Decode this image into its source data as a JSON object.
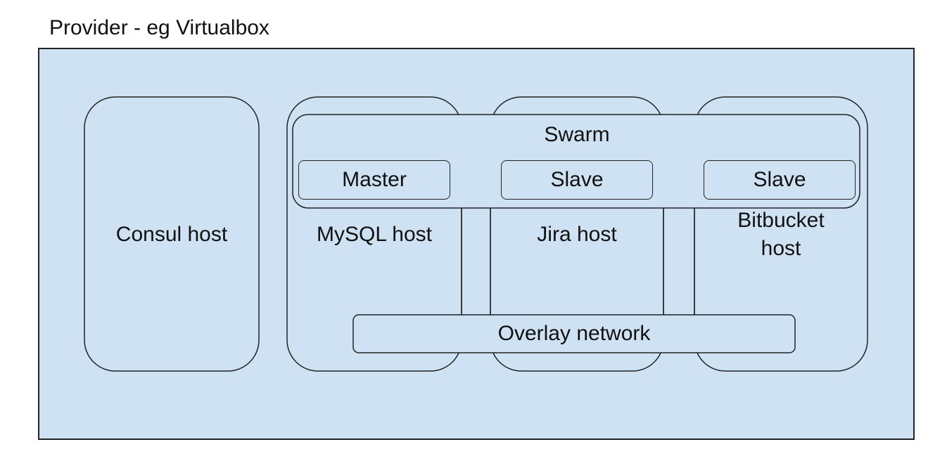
{
  "provider": {
    "title": "Provider - eg Virtualbox"
  },
  "hosts": {
    "consul": "Consul host",
    "mysql": "MySQL host",
    "jira": "Jira host",
    "bitbucket": "Bitbucket host"
  },
  "swarm": {
    "label": "Swarm",
    "nodes": [
      "Master",
      "Slave",
      "Slave"
    ]
  },
  "overlay_network": "Overlay network"
}
